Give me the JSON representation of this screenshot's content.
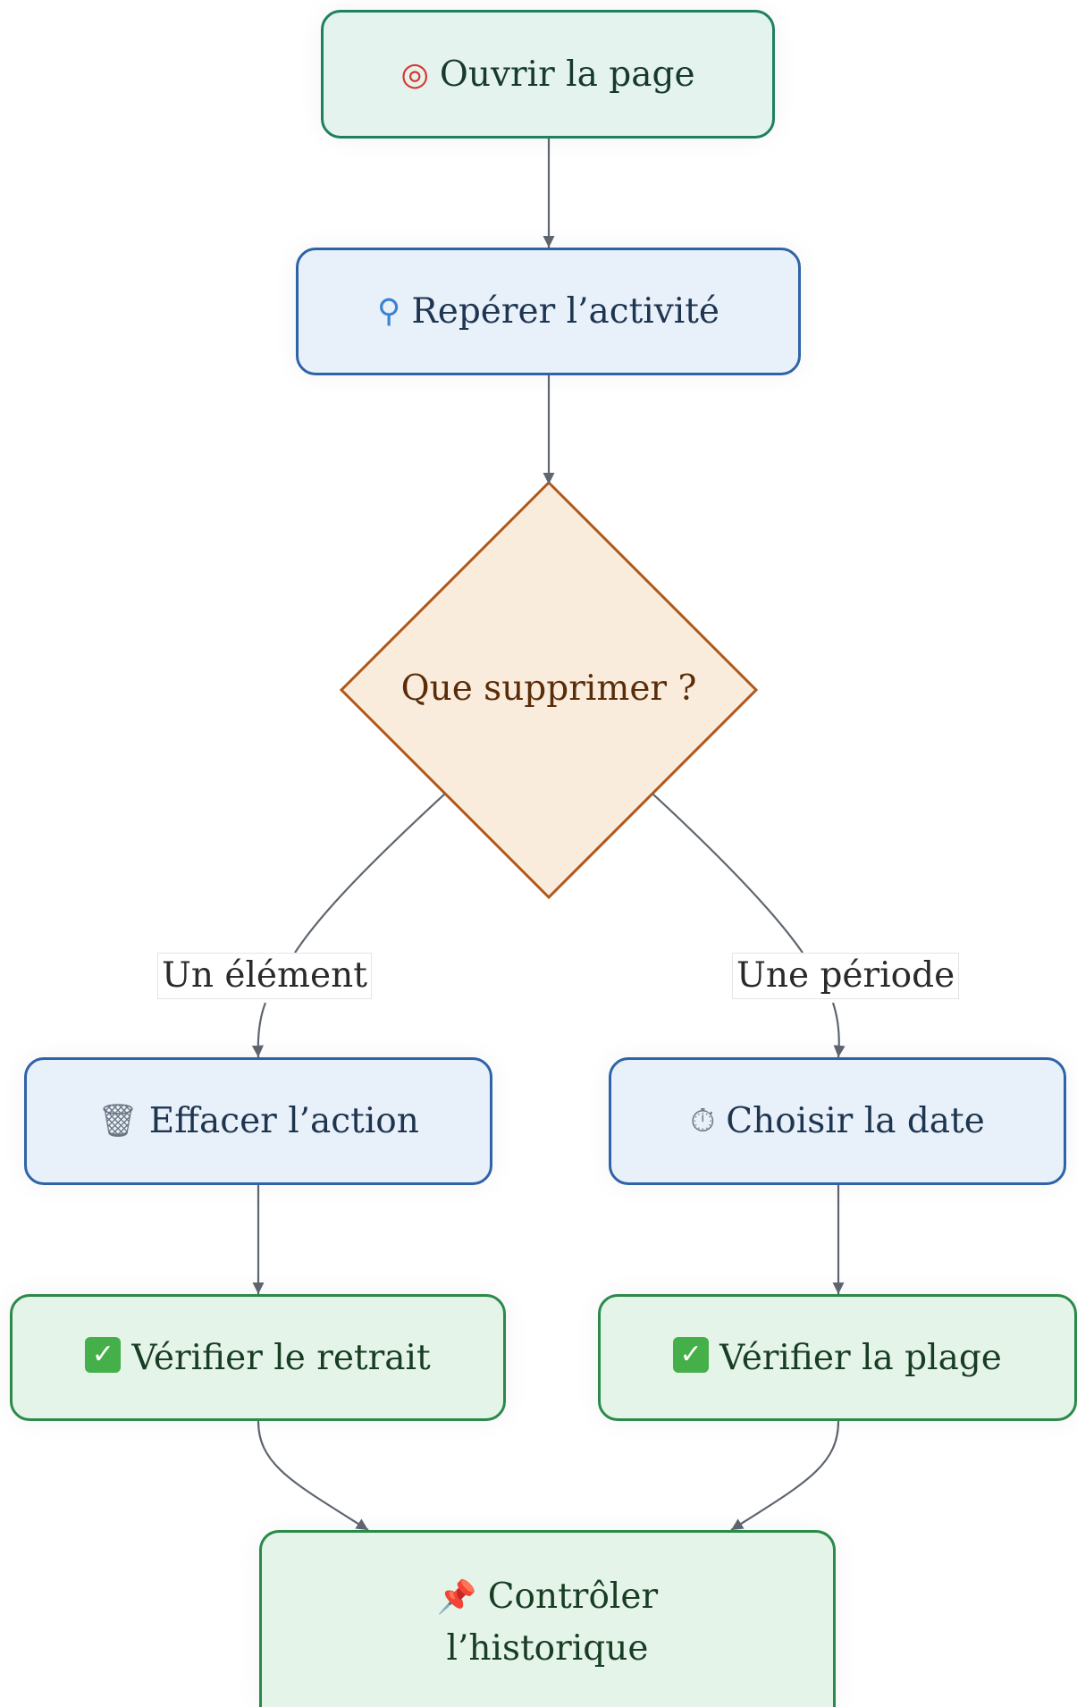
{
  "diagram": {
    "nodes": {
      "open_page": {
        "icon": "target-icon",
        "label": "Ouvrir la page"
      },
      "find_activity": {
        "icon": "magnifier-icon",
        "label": "Repérer l’activité"
      },
      "decision": {
        "label": "Que supprimer ?"
      },
      "delete_action": {
        "icon": "trash-icon",
        "label": "Effacer l’action"
      },
      "choose_date": {
        "icon": "stopwatch-icon",
        "label": "Choisir la date"
      },
      "verify_removal": {
        "icon": "check-mark-icon",
        "label": "Vérifier le retrait"
      },
      "verify_range": {
        "icon": "check-mark-icon",
        "label": "Vérifier la plage"
      },
      "check_history": {
        "icon": "pushpin-icon",
        "label_line1": "Contrôler",
        "label_line2": "l’historique"
      }
    },
    "edges": [
      {
        "from": "open_page",
        "to": "find_activity"
      },
      {
        "from": "find_activity",
        "to": "decision"
      },
      {
        "from": "decision",
        "to": "delete_action",
        "label": "Un élément"
      },
      {
        "from": "decision",
        "to": "choose_date",
        "label": "Une période"
      },
      {
        "from": "delete_action",
        "to": "verify_removal"
      },
      {
        "from": "choose_date",
        "to": "verify_range"
      },
      {
        "from": "verify_removal",
        "to": "check_history"
      },
      {
        "from": "verify_range",
        "to": "check_history"
      }
    ],
    "colors": {
      "edge": "#5f6670",
      "process_border": "#2e63a8",
      "process_fill": "#e8f0fa",
      "start_border": "#1e8060",
      "start_fill": "#e4f3ed",
      "end_border": "#2a8a4a",
      "end_fill": "#e5f4e8",
      "decision_border": "#b0581a",
      "decision_fill": "#faecdc"
    }
  }
}
